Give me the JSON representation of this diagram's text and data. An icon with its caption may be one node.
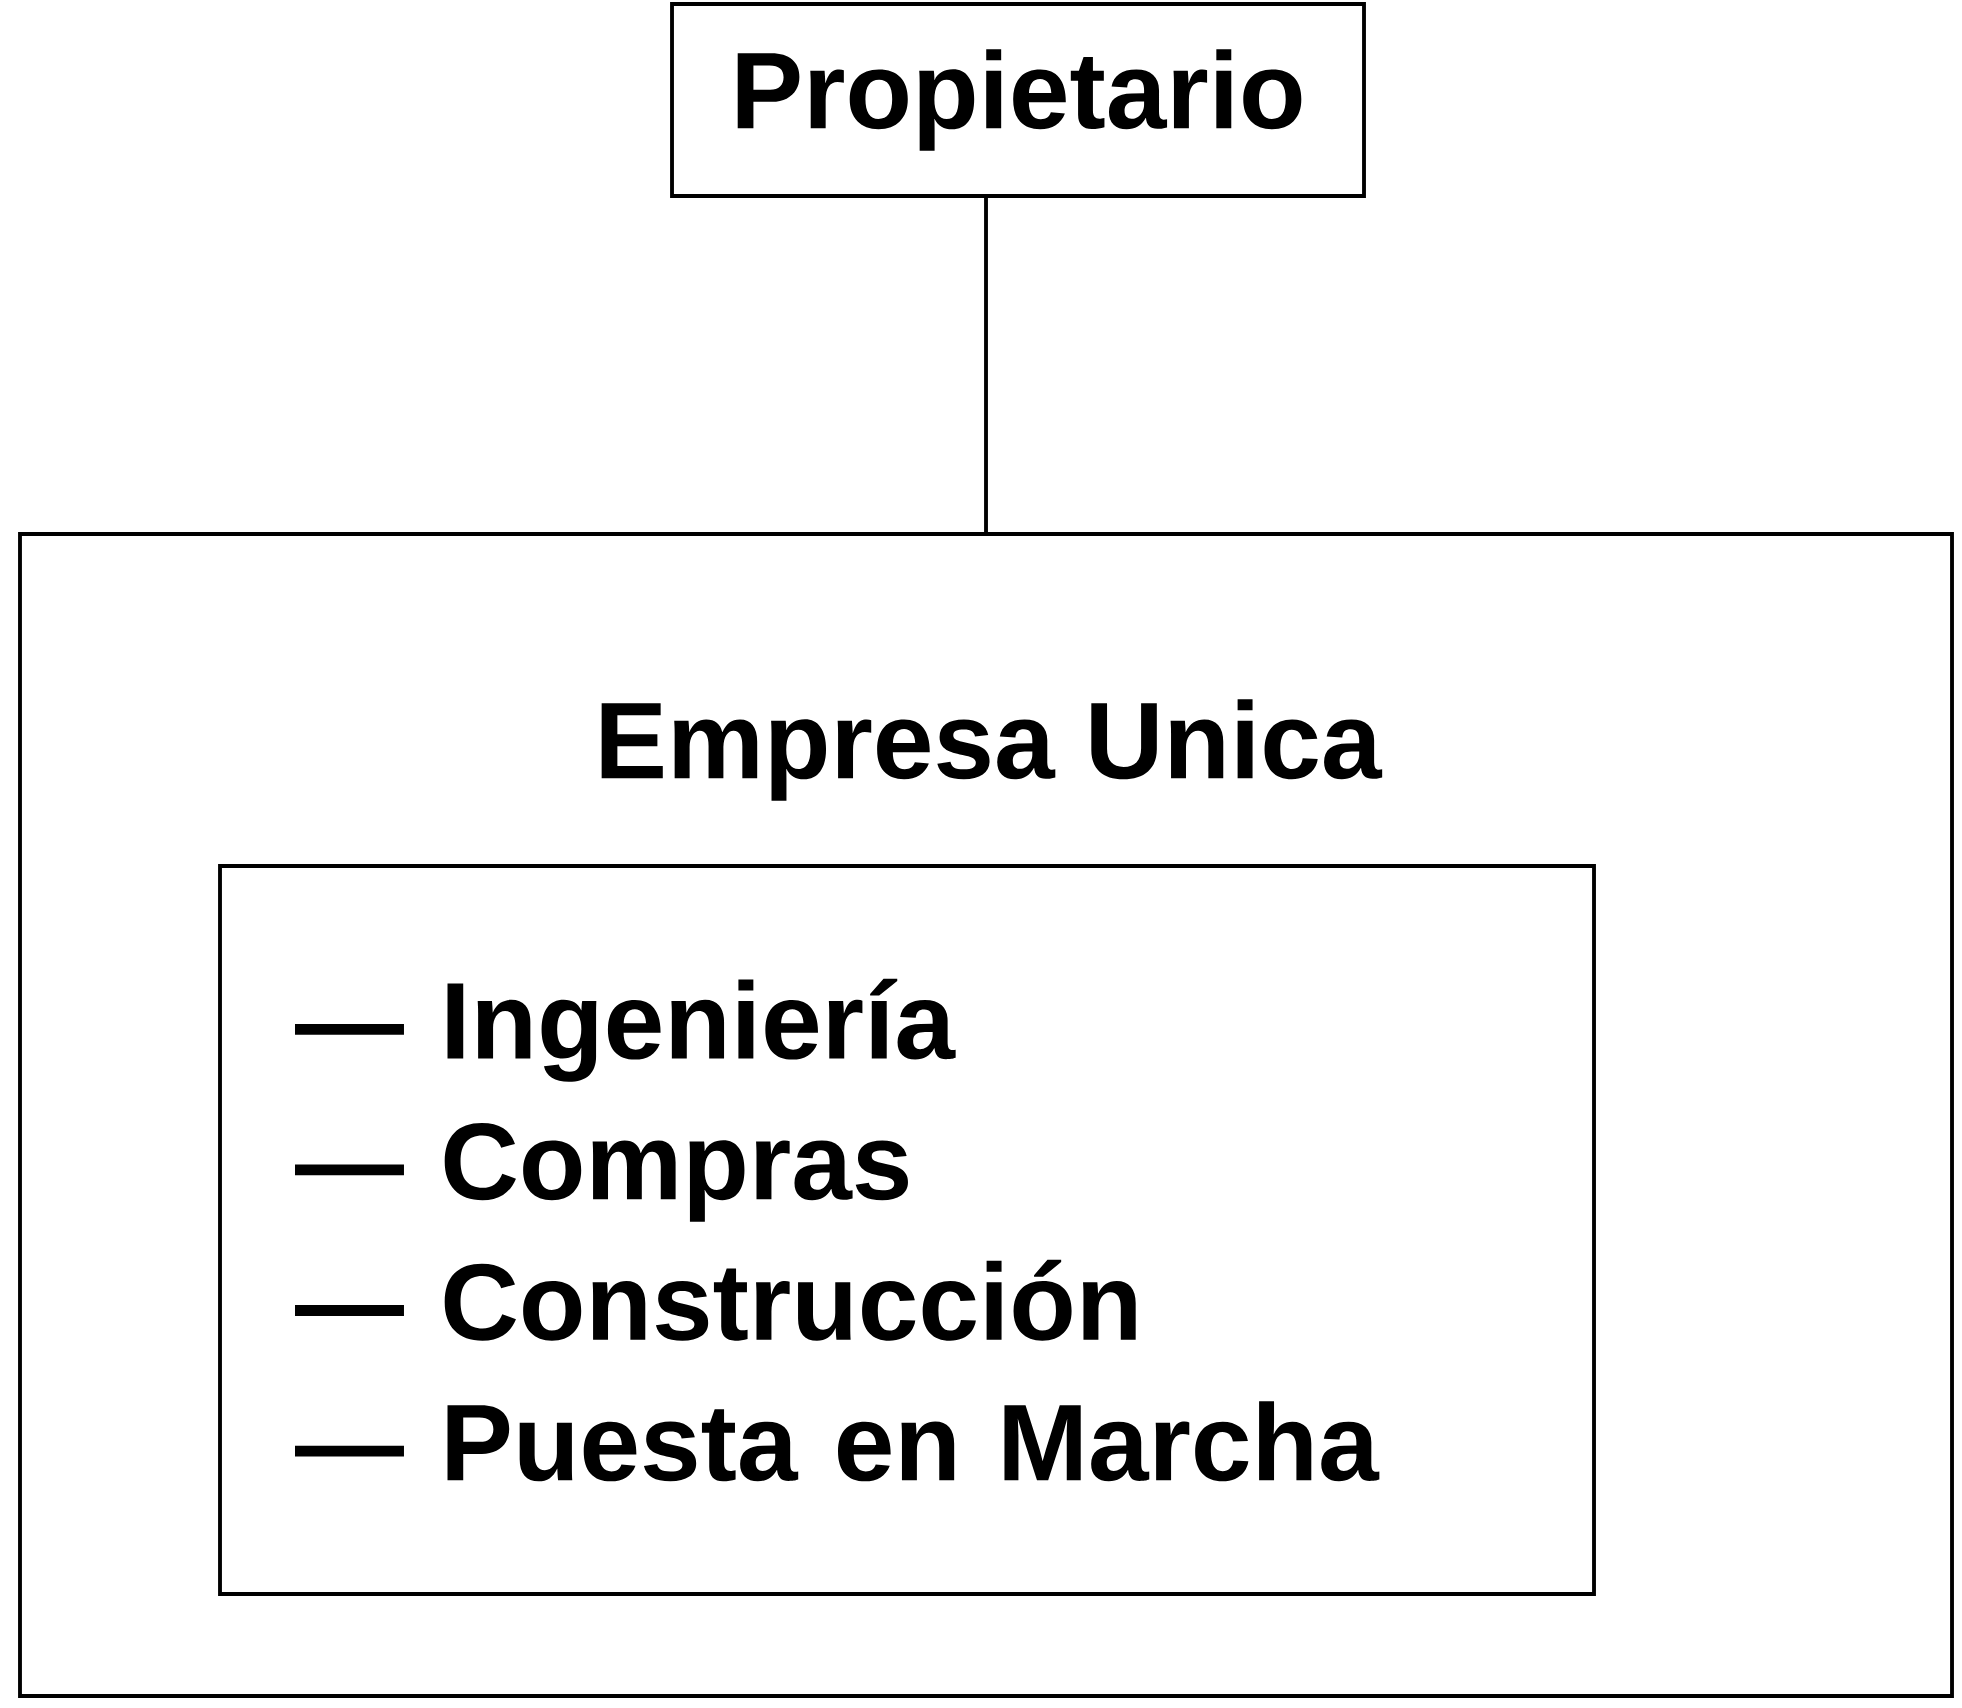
{
  "diagram": {
    "nodes": [
      {
        "text": [
          "Propietario"
        ]
      },
      {
        "text": [
          "Empresa Unica"
        ]
      },
      {
        "text": [
          "— Ingeniería",
          "— Compras",
          "— Construcción",
          "— Puesta en Marcha"
        ],
        "in": 1
      }
    ],
    "edges": [
      {
        "from": 0,
        "to": 1,
        "arrow": "none"
      }
    ]
  }
}
